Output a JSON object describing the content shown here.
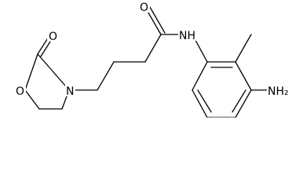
{
  "molecule": {
    "labels": {
      "oxo_oxygen": "O",
      "ring_oxygen": "O",
      "ring_nitrogen": "N",
      "carbonyl_oxygen": "O",
      "amide_nh": "NH",
      "amine": "NH₂"
    }
  }
}
